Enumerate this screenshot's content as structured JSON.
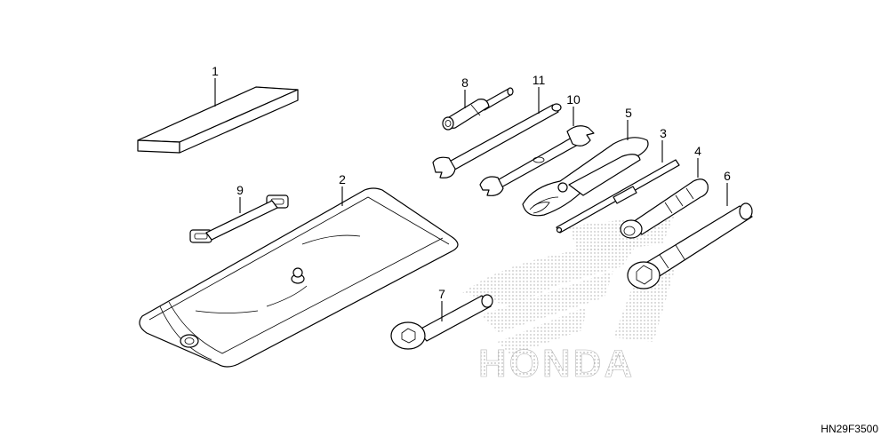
{
  "diagram": {
    "callouts": {
      "p1": "1",
      "p2": "2",
      "p3": "3",
      "p4": "4",
      "p5": "5",
      "p6": "6",
      "p7": "7",
      "p8": "8",
      "p9": "9",
      "p10": "10",
      "p11": "11"
    },
    "watermark": "HONDA",
    "diagram_code": "HN29F3500"
  },
  "colors": {
    "line": "#000000",
    "background": "#ffffff",
    "watermark": "#c8c8c8"
  }
}
